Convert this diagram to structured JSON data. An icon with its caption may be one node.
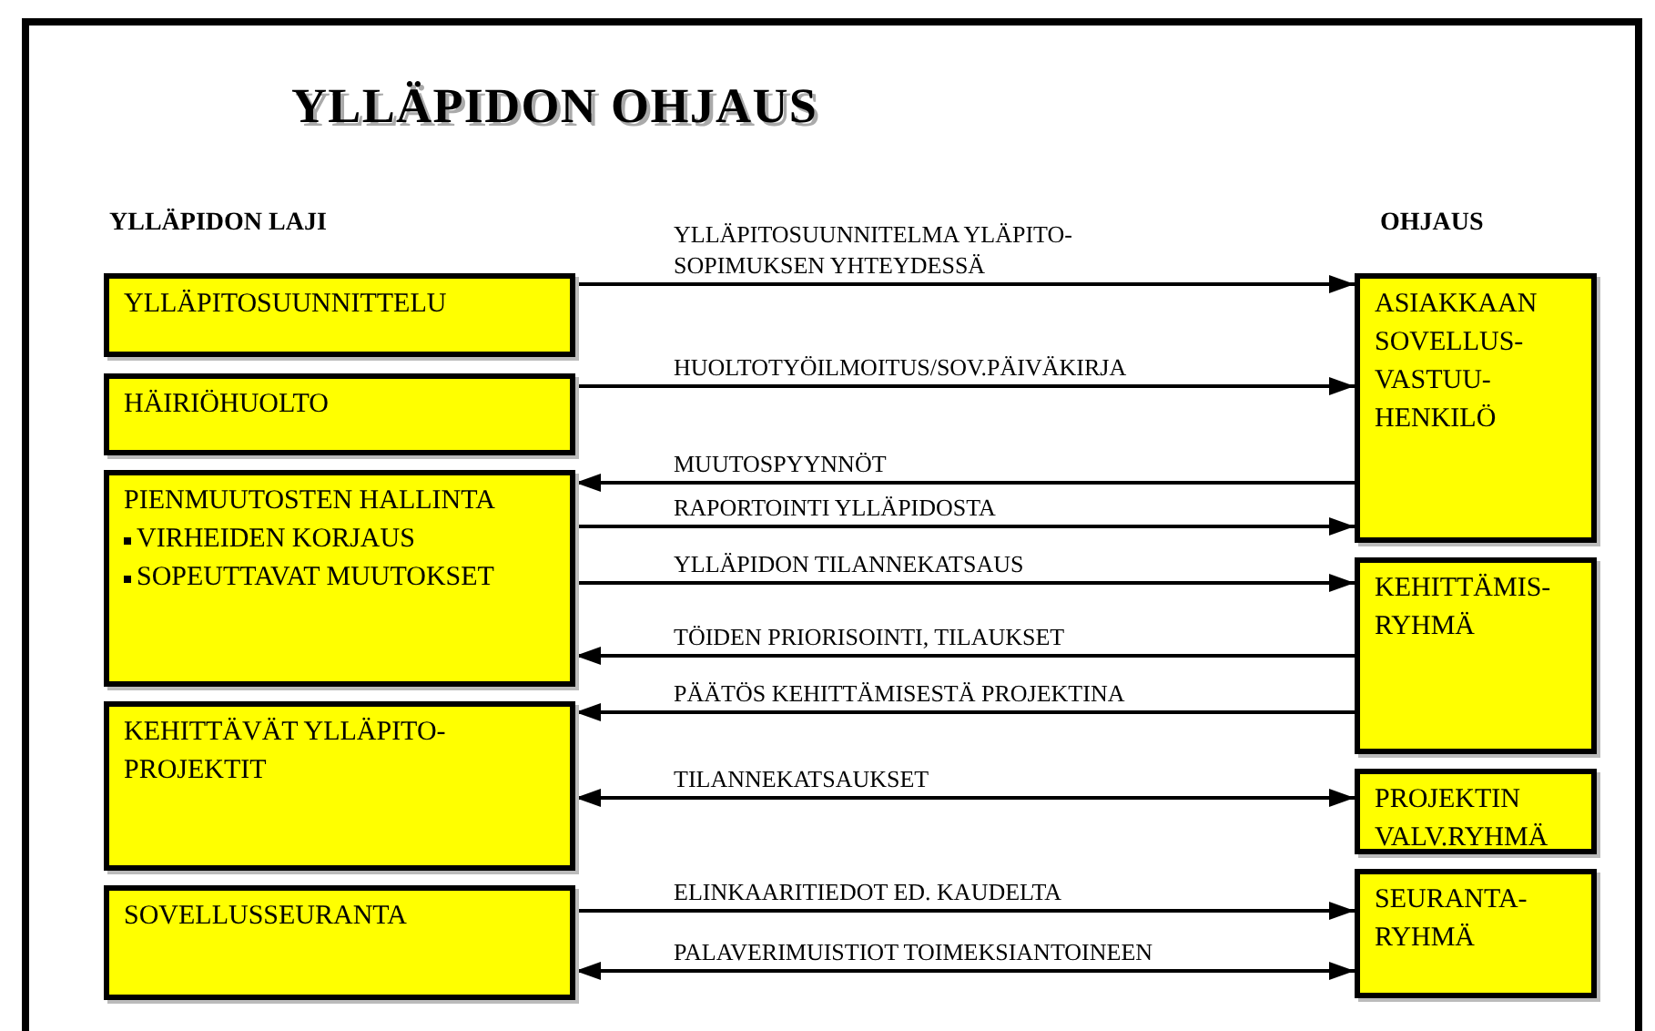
{
  "diagram": {
    "title": "YLLÄPIDON OHJAUS",
    "nodes": [
      {
        "text": [
          "YLLÄPITOSUUNNITTELU"
        ]
      },
      {
        "text": [
          "HÄIRIÖHUOLTO"
        ]
      },
      {
        "text": [
          "PIENMUUTOSTEN HALLINTA",
          "VIRHEIDEN KORJAUS",
          "SOPEUTTAVAT MUUTOKSET"
        ]
      },
      {
        "text": [
          "KEHITTÄVÄT YLLÄPITO- PROJEKTIT"
        ]
      },
      {
        "text": [
          "SOVELLUSSEURANTA"
        ]
      },
      {
        "text": [
          "ASIAKKAAN SOVELLUS- VASTUU- HENKILÖ"
        ]
      },
      {
        "text": [
          "KEHITTÄMIS- RYHMÄ"
        ]
      },
      {
        "text": [
          "PROJEKTIN VALV.RYHMÄ"
        ]
      },
      {
        "text": [
          "SEURANTA- RYHMÄ"
        ]
      }
    ],
    "edges": [
      {
        "from": 0,
        "to": 5,
        "arrow": "to",
        "label": "YLLÄPITOSUUNNITELMA YLÄPITO- SOPIMUKSEN YHTEYDESSÄ"
      },
      {
        "from": 1,
        "to": 5,
        "arrow": "to",
        "label": "HUOLTOTYÖILMOITUS/SOV.PÄIVÄKIRJA"
      },
      {
        "from": 5,
        "to": 2,
        "arrow": "to",
        "label": "MUUTOSPYYNNÖT"
      },
      {
        "from": 2,
        "to": 5,
        "arrow": "to",
        "label": "RAPORTOINTI YLLÄPIDOSTA"
      },
      {
        "from": 2,
        "to": 6,
        "arrow": "to",
        "label": "YLLÄPIDON TILANNEKATSAUS"
      },
      {
        "from": 6,
        "to": 2,
        "arrow": "to",
        "label": "TÖIDEN PRIORISOINTI, TILAUKSET"
      },
      {
        "from": 6,
        "to": 3,
        "arrow": "to",
        "label": "PÄÄTÖS KEHITTÄMISESTÄ PROJEKTINA"
      },
      {
        "from": 3,
        "to": 7,
        "arrow": "both",
        "label": "TILANNEKATSAUKSET"
      },
      {
        "from": 4,
        "to": 8,
        "arrow": "to",
        "label": "ELINKAARITIEDOT ED. KAUDELTA"
      },
      {
        "from": 4,
        "to": 8,
        "arrow": "both",
        "label": "PALAVERIMUISTIOT TOIMEKSIANTOINEEN"
      }
    ],
    "labels": [
      "YLLÄPIDON LAJI",
      "OHJAUS"
    ]
  }
}
